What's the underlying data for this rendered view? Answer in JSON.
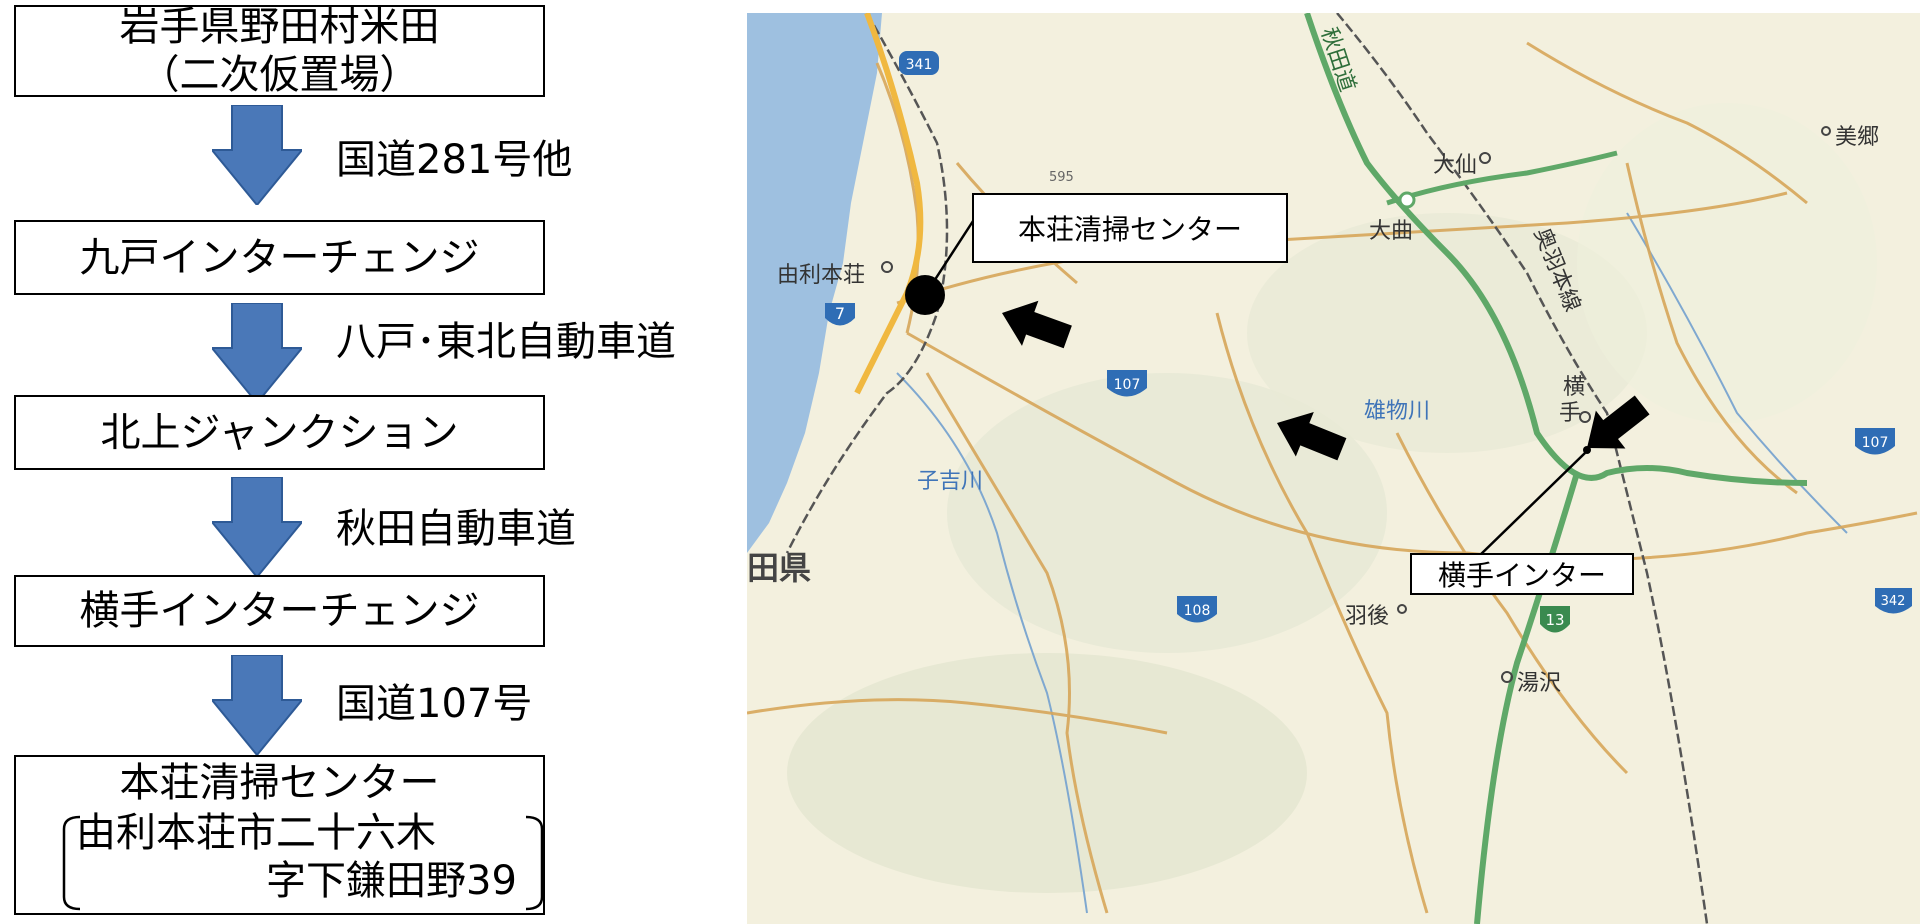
{
  "flow": {
    "steps": [
      {
        "line1": "岩手県野田村米田",
        "line2": "（二次仮置場）"
      },
      {
        "line1": "九戸インターチェンジ"
      },
      {
        "line1": "北上ジャンクション"
      },
      {
        "line1": "横手インターチェンジ"
      },
      {
        "line1": "本荘清掃センター",
        "addr1": "由利本荘市二十六木",
        "addr2": "字下鎌田野39"
      }
    ],
    "routes": [
      "国道281号他",
      "八戸･東北自動車道",
      "秋田自動車道",
      "国道107号"
    ],
    "arrow_color": "#4a78b8"
  },
  "map": {
    "callout_center": "本荘清掃センター",
    "callout_ic": "横手インター",
    "places": {
      "yurihonjo": "由利本荘",
      "daisen": "大仙",
      "omagari": "大曲",
      "misato": "美郷",
      "yokote_a": "横",
      "yokote_b": "手",
      "ugo": "羽後",
      "yuzawa": "湯沢",
      "pref": "田県",
      "river1": "雄物川",
      "river2": "子吉川",
      "akita_exp": "秋田道",
      "ou_line": "奥羽本線"
    },
    "route_shields": [
      "341",
      "7",
      "107",
      "107",
      "108",
      "13",
      "342",
      "595"
    ],
    "colors": {
      "sea": "#9ec0e0",
      "land": "#f3f0de",
      "road": "#d7a65a",
      "expressway": "#5fa868"
    }
  }
}
